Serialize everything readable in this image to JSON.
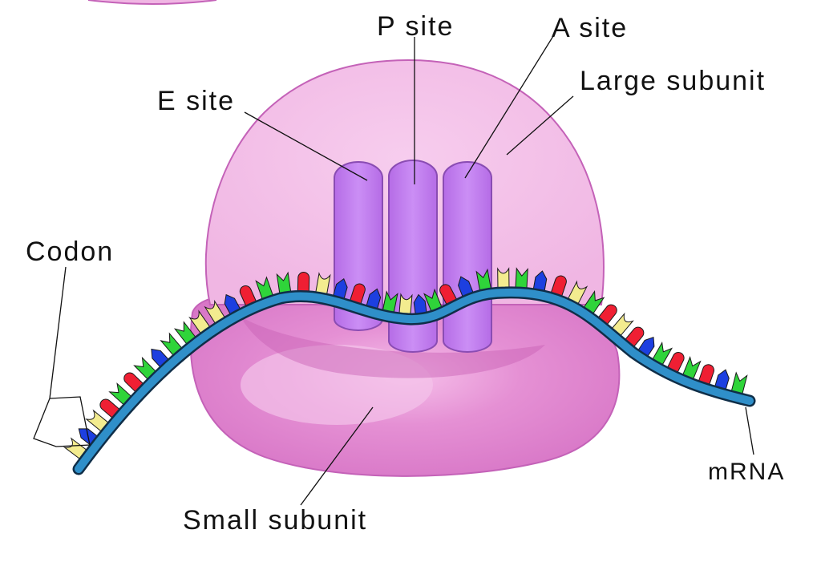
{
  "labels": {
    "p_site": "P site",
    "a_site": "A site",
    "e_site": "E site",
    "large_subunit": "Large subunit",
    "codon": "Codon",
    "small_subunit": "Small subunit",
    "mrna": "mRNA"
  },
  "colors": {
    "large_subunit": "#f2bfe6",
    "large_subunit_outline": "#c462b8",
    "small_subunit": "#e58fd4",
    "small_subunit_shadow": "#c85fb4",
    "site_fill": "#c27df0",
    "site_outline": "#8a4cb3",
    "mrna": "#2f8fc9",
    "mrna_outline": "#0f2e48",
    "base_red": "#ef1f33",
    "base_green": "#2fd43a",
    "base_blue": "#1d3fe0",
    "base_yellow": "#f3ec8f"
  },
  "base_sequence": [
    "yellow",
    "blue",
    "yellow",
    "red",
    "green",
    "red",
    "green",
    "blue",
    "green",
    "green",
    "yellow",
    "yellow",
    "blue",
    "red",
    "green",
    "green",
    "red",
    "yellow",
    "blue",
    "red",
    "blue",
    "green",
    "yellow",
    "blue",
    "green",
    "red",
    "blue",
    "green",
    "yellow",
    "green",
    "blue",
    "red",
    "yellow",
    "green",
    "red",
    "yellow",
    "red",
    "blue",
    "green",
    "red",
    "green",
    "red",
    "blue",
    "green"
  ]
}
